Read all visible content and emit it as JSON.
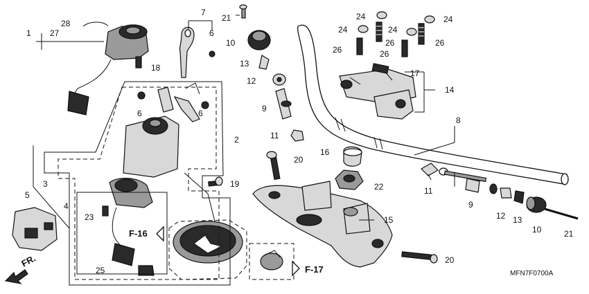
{
  "callouts": {
    "c1": "1",
    "c2": "2",
    "c3": "3",
    "c4": "4",
    "c5": "5",
    "c6a": "6",
    "c6b": "6",
    "c6c": "6",
    "c7": "7",
    "c8": "8",
    "c9a": "9",
    "c9b": "9",
    "c10a": "10",
    "c10b": "10",
    "c11a": "11",
    "c11b": "11",
    "c12a": "12",
    "c12b": "12",
    "c13a": "13",
    "c13b": "13",
    "c14": "14",
    "c15": "15",
    "c16": "16",
    "c17": "17",
    "c18": "18",
    "c19": "19",
    "c20a": "20",
    "c20b": "20",
    "c21a": "21",
    "c21b": "21",
    "c22": "22",
    "c23": "23",
    "c24a": "24",
    "c24b": "24",
    "c24c": "24",
    "c24d": "24",
    "c25": "25",
    "c26a": "26",
    "c26b": "26",
    "c26c": "26",
    "c26d": "26",
    "c27": "27",
    "c28": "28"
  },
  "refs": {
    "f16": "F-16",
    "f17": "F-17",
    "front": "FR."
  },
  "diagram_code": "MFN7F0700A"
}
